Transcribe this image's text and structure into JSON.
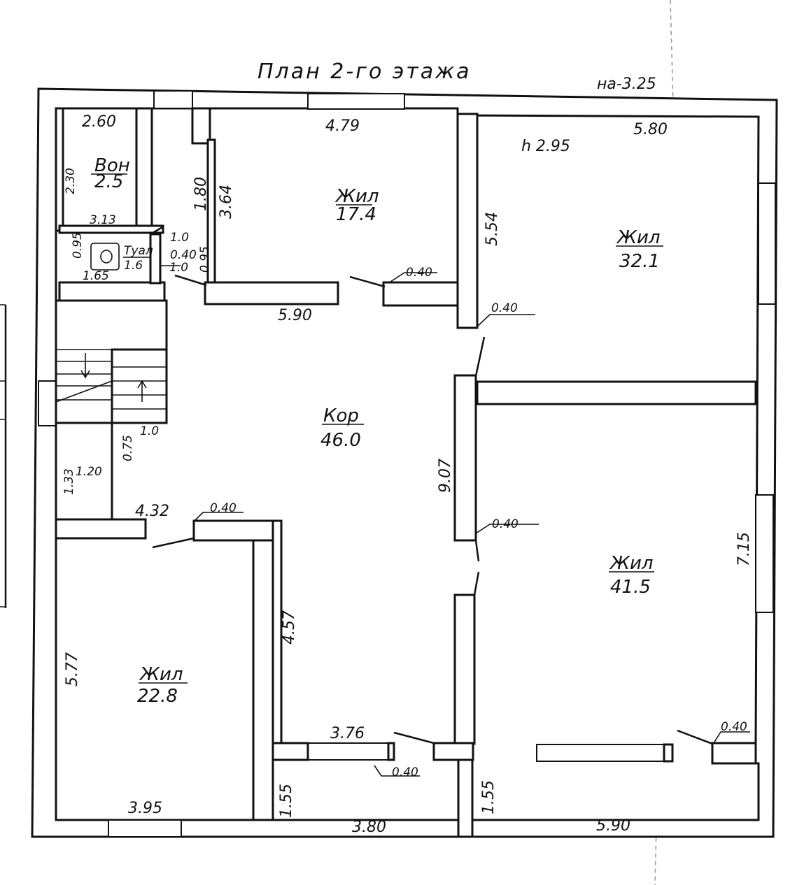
{
  "plan": {
    "title": "План 2-го этажа",
    "level": "на-3.25",
    "height": "h 2.95"
  },
  "rooms": [
    {
      "id": "vann",
      "name": "Вон",
      "area": "2.5"
    },
    {
      "id": "tual",
      "name": "Туал",
      "area": "1.6"
    },
    {
      "id": "zhil1",
      "name": "Жил",
      "area": "17.4"
    },
    {
      "id": "zhil2",
      "name": "Жил",
      "area": "32.1"
    },
    {
      "id": "kor",
      "name": "Кор",
      "area": "46.0"
    },
    {
      "id": "zhil3",
      "name": "Жил",
      "area": "41.5"
    },
    {
      "id": "zhil4",
      "name": "Жил",
      "area": "22.8"
    }
  ],
  "dimensions": [
    "2.60",
    "2.30",
    "3.13",
    "1.80",
    "3.64",
    "4.79",
    "5.80",
    "5.54",
    "1.0",
    "0.40",
    "1.0",
    "0.95",
    "0.95",
    "1.65",
    "0.40",
    "5.90",
    "0.40",
    "1.0",
    "0.75",
    "1.20",
    "1.33",
    "9.07",
    "4.32",
    "0.40",
    "0.40",
    "7.15",
    "4.57",
    "5.77",
    "3.76",
    "0.40",
    "0.40",
    "1.55",
    "1.55",
    "3.95",
    "3.80",
    "5.90"
  ]
}
